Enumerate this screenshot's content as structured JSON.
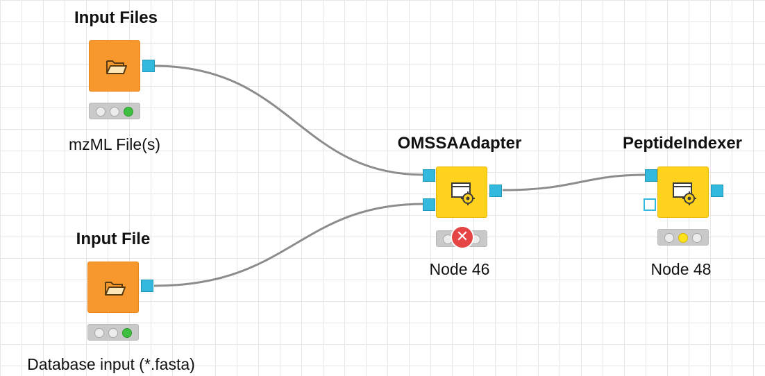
{
  "workflow": {
    "nodes": [
      {
        "name": "Input Files",
        "label": "mzML File(s)",
        "status": "executed",
        "status_color": "#3fbf3f"
      },
      {
        "name": "Input File",
        "label": "Database input (*.fasta)",
        "status": "executed",
        "status_color": "#3fbf3f"
      },
      {
        "name": "OMSSAAdapter",
        "label": "Node 46",
        "status": "error",
        "status_symbol": "✕",
        "status_color": "#e64545"
      },
      {
        "name": "PeptideIndexer",
        "label": "Node 48",
        "status": "configured",
        "status_color": "#ffe21a"
      }
    ],
    "node_colors": {
      "source": "#f7982f",
      "manipulator": "#ffd21e",
      "port": "#33b9de",
      "connection": "#8c8c8c"
    },
    "icons": {
      "source": "folder-open-icon",
      "manipulator": "window-gear-icon"
    },
    "connections": [
      {
        "from": "Input Files",
        "to": "OMSSAAdapter"
      },
      {
        "from": "Input File",
        "to": "OMSSAAdapter"
      },
      {
        "from": "OMSSAAdapter",
        "to": "PeptideIndexer"
      }
    ]
  }
}
